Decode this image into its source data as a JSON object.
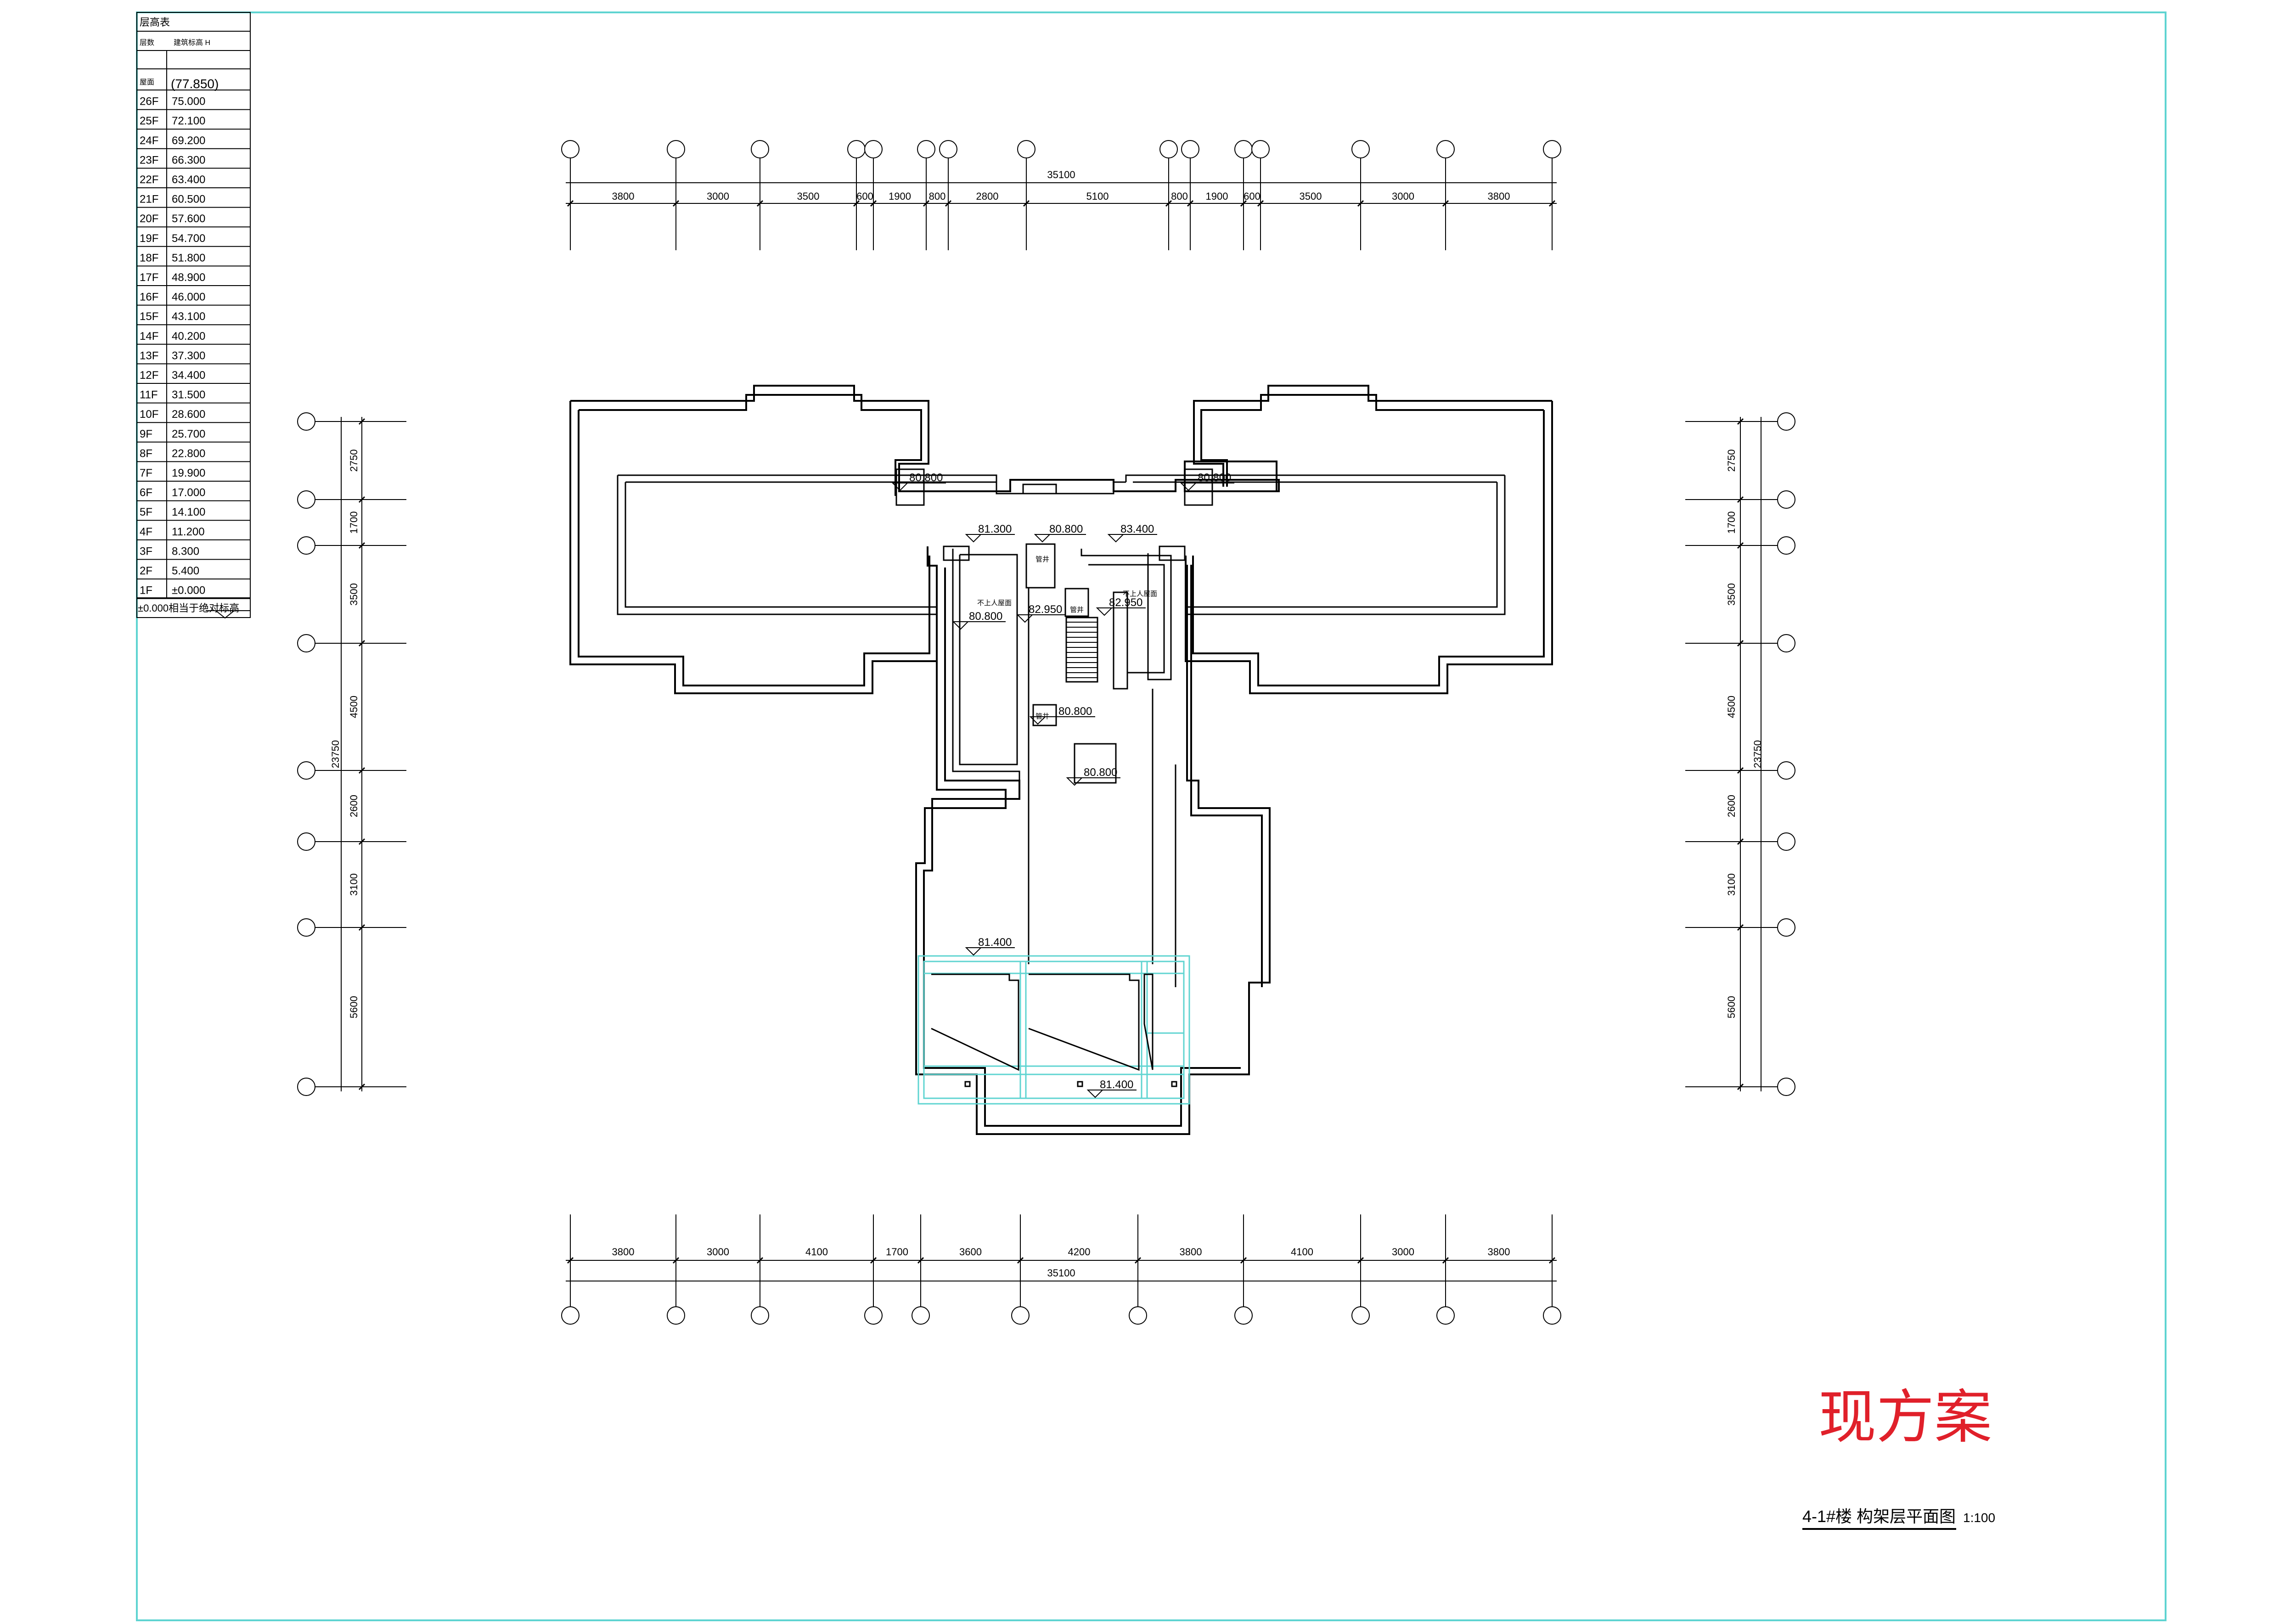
{
  "level_table": {
    "title": "层高表",
    "header_col1": "层数",
    "header_col2": "建筑标高 H",
    "roof_label": "屋面",
    "roof_value": "(77.850)",
    "rows": [
      {
        "floor": "26F",
        "elev": "75.000"
      },
      {
        "floor": "25F",
        "elev": "72.100"
      },
      {
        "floor": "24F",
        "elev": "69.200"
      },
      {
        "floor": "23F",
        "elev": "66.300"
      },
      {
        "floor": "22F",
        "elev": "63.400"
      },
      {
        "floor": "21F",
        "elev": "60.500"
      },
      {
        "floor": "20F",
        "elev": "57.600"
      },
      {
        "floor": "19F",
        "elev": "54.700"
      },
      {
        "floor": "18F",
        "elev": "51.800"
      },
      {
        "floor": "17F",
        "elev": "48.900"
      },
      {
        "floor": "16F",
        "elev": "46.000"
      },
      {
        "floor": "15F",
        "elev": "43.100"
      },
      {
        "floor": "14F",
        "elev": "40.200"
      },
      {
        "floor": "13F",
        "elev": "37.300"
      },
      {
        "floor": "12F",
        "elev": "34.400"
      },
      {
        "floor": "11F",
        "elev": "31.500"
      },
      {
        "floor": "10F",
        "elev": "28.600"
      },
      {
        "floor": "9F",
        "elev": "25.700"
      },
      {
        "floor": "8F",
        "elev": "22.800"
      },
      {
        "floor": "7F",
        "elev": "19.900"
      },
      {
        "floor": "6F",
        "elev": "17.000"
      },
      {
        "floor": "5F",
        "elev": "14.100"
      },
      {
        "floor": "4F",
        "elev": "11.200"
      },
      {
        "floor": "3F",
        "elev": "8.300"
      },
      {
        "floor": "2F",
        "elev": "5.400"
      },
      {
        "floor": "1F",
        "elev": "±0.000"
      }
    ],
    "footer": "±0.000相当于绝对标高"
  },
  "dimensions": {
    "top_total": "35100",
    "top_segments": [
      "3800",
      "3000",
      "3500",
      "600",
      "1900",
      "800",
      "2800",
      "5100",
      "800",
      "1900",
      "600",
      "3500",
      "3000",
      "3800"
    ],
    "bottom_total": "35100",
    "bottom_segments": [
      "3800",
      "3000",
      "4100",
      "1700",
      "3600",
      "4200",
      "3800",
      "4100",
      "3000",
      "3800"
    ],
    "left_total": "23750",
    "left_segments": [
      "2750",
      "1700",
      "3500",
      "4500",
      "2600",
      "3100",
      "5600"
    ],
    "right_total": "23750",
    "right_segments": [
      "2750",
      "1700",
      "3500",
      "4500",
      "2600",
      "3100",
      "5600"
    ]
  },
  "plan_labels": {
    "elev_left_roof": "80.800",
    "elev_right_roof": "80.800",
    "elev_core_left": "81.300",
    "elev_core_mid": "80.800",
    "elev_core_right": "83.400",
    "elev_shaft_left": "80.800",
    "elev_stair": "82.950",
    "elev_shaft_right": "82.950",
    "elev_corridor": "80.800",
    "elev_lower_roof": "80.800",
    "elev_frame_top": "81.400",
    "elev_frame_bottom": "81.400",
    "room_left": "不上人屋面",
    "room_right": "不上人屋面",
    "room_tag_a": "管井",
    "room_tag_b": "管井",
    "room_tag_c": "管井"
  },
  "scheme_label": "现方案",
  "drawing_title": "4-1#楼 构架层平面图",
  "drawing_scale": "1:100",
  "colors": {
    "frame": "#5fd4d1",
    "title_red": "#e0202a",
    "lines": "#000000"
  }
}
